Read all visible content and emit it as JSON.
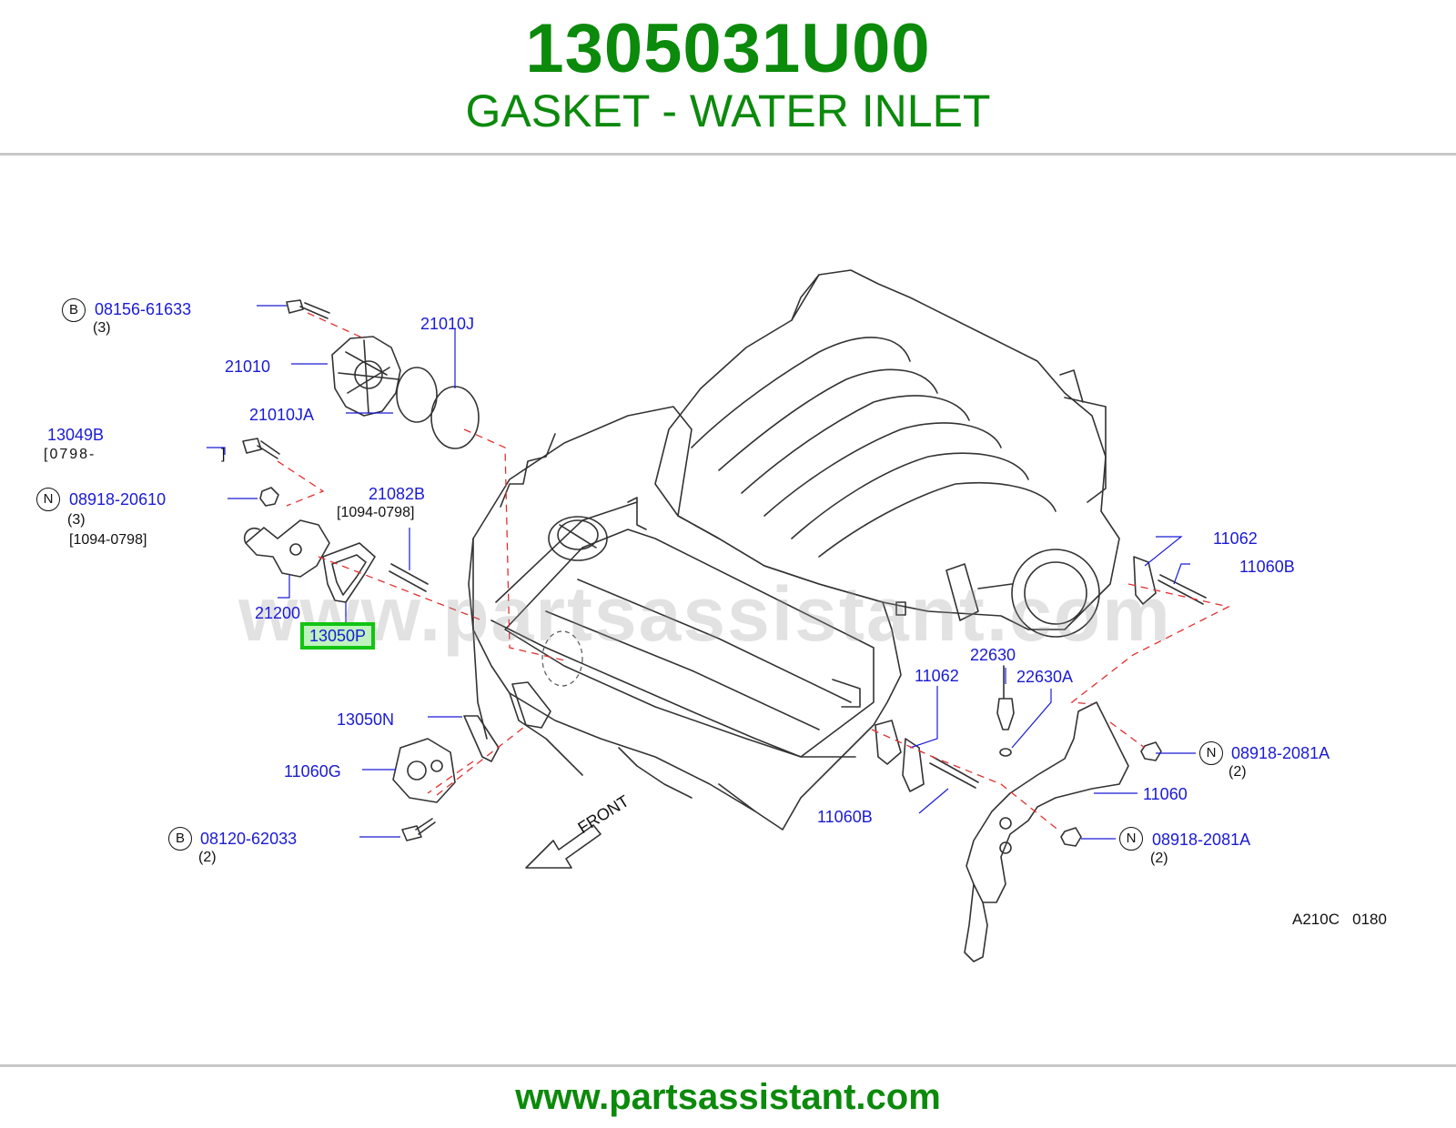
{
  "header": {
    "part_number": "1305031U00",
    "part_name": "GASKET - WATER INLET"
  },
  "diagram": {
    "watermark": "www.partsassistant.com",
    "front_label": "FRONT",
    "code": "A210C   0180",
    "callouts": {
      "bolt_b1": {
        "badge": "B",
        "part": "08156-61633",
        "qty": "(3)"
      },
      "pump": "21010",
      "pump_gasket": "21010J",
      "pump_oring": "21010JA",
      "bolt_13049b": {
        "part": "13049B",
        "range_open": "[0798-",
        "range_close": "]"
      },
      "nut_n1": {
        "badge": "N",
        "part": "08918-20610",
        "qty": "(3)",
        "range": "[1094-0798]"
      },
      "stud_21082b": {
        "part": "21082B",
        "range": "[1094-0798]"
      },
      "housing": "21200",
      "highlighted": "13050P",
      "gasket_13050n": "13050N",
      "outlet_11060g": "11060G",
      "bolt_b2": {
        "badge": "B",
        "part": "08120-62033",
        "qty": "(2)"
      },
      "gasket_11062_right": "11062",
      "stud_11060b_right": "11060B",
      "sensor": "22630",
      "washer": "22630A",
      "gasket_11062_left": "11062",
      "stud_11060b_left": "11060B",
      "pipe": "11060",
      "nut_n2": {
        "badge": "N",
        "part": "08918-2081A",
        "qty": "(2)"
      },
      "nut_n3": {
        "badge": "N",
        "part": "08918-2081A",
        "qty": "(2)"
      }
    }
  },
  "footer": {
    "url": "www.partsassistant.com"
  },
  "colors": {
    "brand_green": "#0b8a0b",
    "label_blue": "#1a1ad6",
    "highlight": "#13c413"
  }
}
